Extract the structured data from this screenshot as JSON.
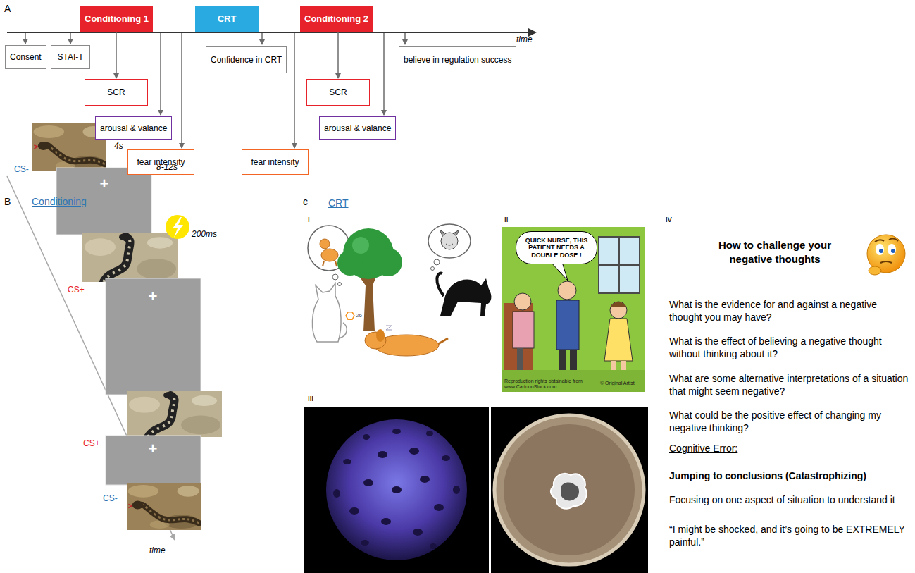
{
  "diagram": {
    "nodes": [
      {
        "text": [
          "Conditioning 1"
        ]
      },
      {
        "text": [
          "CRT"
        ]
      },
      {
        "text": [
          "Conditioning 2"
        ]
      },
      {
        "text": [
          "Consent"
        ]
      },
      {
        "text": [
          "STAI-T"
        ]
      },
      {
        "text": [
          "SCR"
        ]
      },
      {
        "text": [
          "arousal & valance"
        ]
      },
      {
        "text": [
          "fear intensity"
        ]
      },
      {
        "text": [
          "Confidence in CRT"
        ]
      },
      {
        "text": [
          "fear intensity"
        ]
      },
      {
        "text": [
          "SCR"
        ]
      },
      {
        "text": [
          "arousal & valance"
        ]
      },
      {
        "text": [
          "believe in regulation success"
        ]
      },
      {
        "text": [
          "QUICK NURSE, THIS PATIENT NEEDS A DOUBLE DOSE !"
        ]
      }
    ],
    "edges": [
      {
        "from": 0,
        "to": 5,
        "arrow": "to"
      },
      {
        "from": 2,
        "to": 10,
        "arrow": "to"
      }
    ],
    "labels": [
      "A",
      "time",
      "B",
      "Conditioning",
      "CS-",
      "4s",
      "+",
      "8-12s",
      "200ms",
      "CS+",
      "+",
      "CS+",
      "+",
      "CS-",
      "time",
      "c",
      "CRT",
      "i",
      "ii",
      "iii",
      "iv",
      "26",
      "© Original Artist",
      "Reproduction rights obtainable from www.CartoonStock.com",
      "How to challenge your negative thoughts",
      "What is the evidence for and against a negative thought you may have?",
      "What is the effect of believing a negative thought without thinking about it?",
      "What are some alternative interpretations of a situation that might seem negative?",
      "What could be the positive effect of changing my negative thinking?",
      "Cognitive Error:",
      "Jumping to conclusions (Catastrophizing)",
      "Focusing on one aspect of situation to understand it",
      "“I might be shocked, and it’s going to be EXTREMELY painful.”"
    ]
  }
}
